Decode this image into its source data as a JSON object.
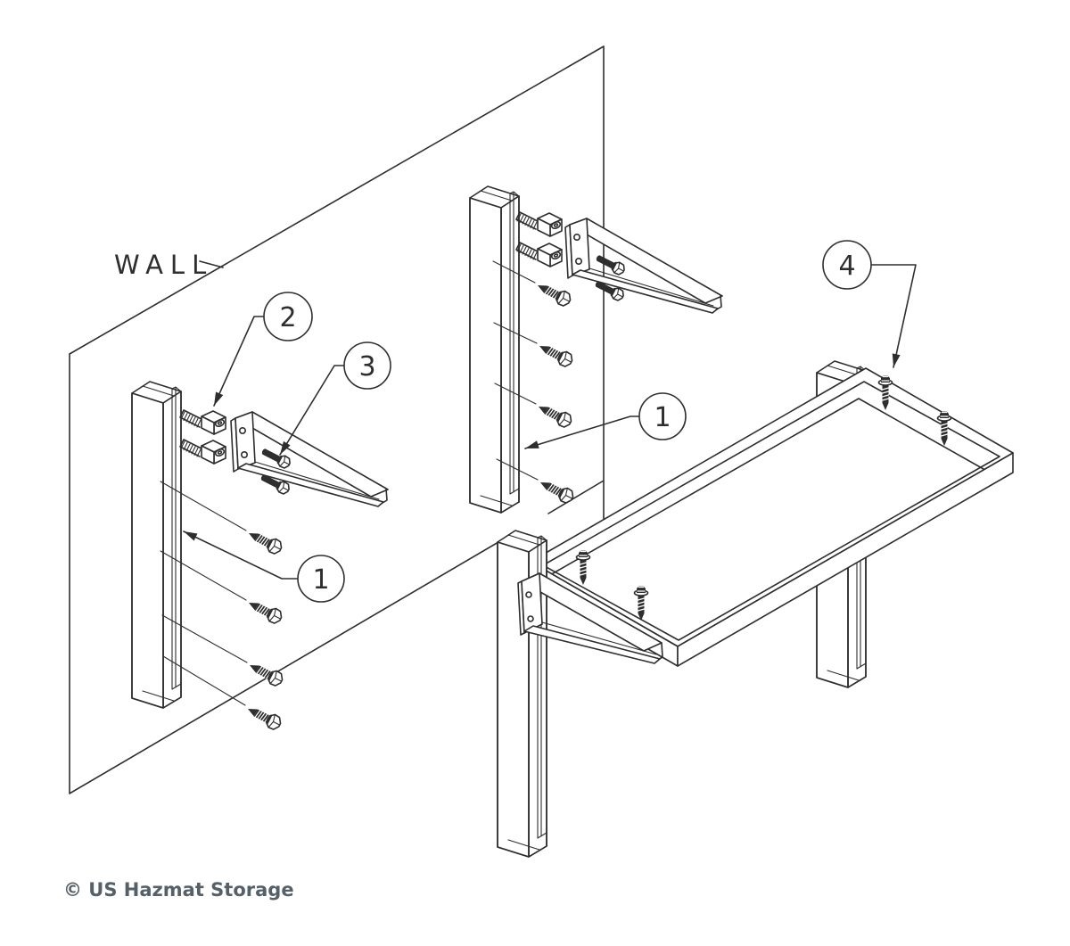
{
  "diagram": {
    "wall_label": "WALL",
    "copyright_text": "© US Hazmat Storage",
    "callouts": {
      "one_left": "1",
      "one_middle": "1",
      "two": "2",
      "three": "3",
      "four": "4"
    },
    "colors": {
      "line": "#2e2e2e",
      "copyright_text": "#556069",
      "background": "#ffffff"
    }
  }
}
